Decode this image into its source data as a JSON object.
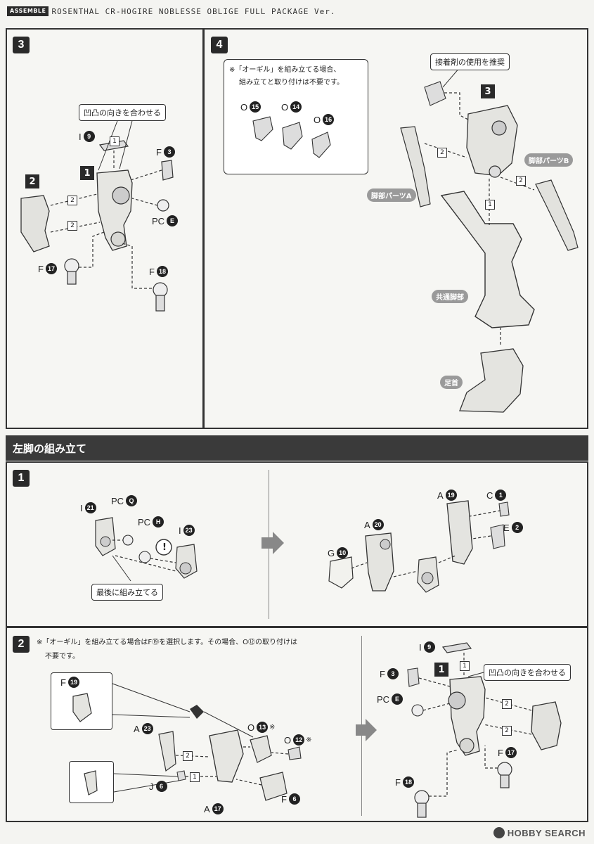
{
  "header": {
    "badge": "ASSEMBLE",
    "title": "ROSENTHAL CR-HOGIRE NOBLESSE OBLIGE FULL PACKAGE Ver."
  },
  "step3": {
    "num": "3",
    "callout": "凹凸の向きを合わせる",
    "labels": {
      "i9": "I",
      "i9n": "9",
      "f3": "F",
      "f3n": "3",
      "pce": "PC",
      "pcen": "E",
      "f17": "F",
      "f17n": "17",
      "f18": "F",
      "f18n": "18",
      "b1": "1",
      "b2": "2"
    },
    "seq": {
      "s1": "1",
      "s2a": "2",
      "s2b": "2"
    }
  },
  "step4": {
    "num": "4",
    "note_line1": "※「オーギル」を組み立てる場合、",
    "note_line2": "組み立てと取り付けは不要です。",
    "o15": "O",
    "o15n": "15",
    "o14": "O",
    "o14n": "14",
    "o16": "O",
    "o16n": "16",
    "callout": "接着剤の使用を推奨",
    "b3": "3",
    "tag_leg_a": "脚部パーツA",
    "tag_leg_b": "脚部パーツB",
    "tag_common": "共通脚部",
    "tag_ankle": "足首",
    "seq": {
      "s2a": "2",
      "s2b": "2",
      "s1": "1"
    }
  },
  "section": {
    "title": "左脚の組み立て"
  },
  "left1": {
    "num": "1",
    "i21": "I",
    "i21n": "21",
    "pcq": "PC",
    "pcqn": "Q",
    "pch": "PC",
    "pchn": "H",
    "i23": "I",
    "i23n": "23",
    "warn": "!",
    "callout": "最後に組み立てる",
    "a20": "A",
    "a20n": "20",
    "g10": "G",
    "g10n": "10",
    "a19": "A",
    "a19n": "19",
    "c1": "C",
    "c1n": "1",
    "e2": "E",
    "e2n": "2"
  },
  "left2": {
    "num": "2",
    "note_line1": "※「オーギル」を組み立てる場合はF⑲を選択します。その場合、O⑫の取り付けは",
    "note_line2": "不要です。",
    "f19": "F",
    "f19n": "19",
    "a23": "A",
    "a23n": "23",
    "o13": "O",
    "o13n": "13",
    "o13mark": "※",
    "o12": "O",
    "o12n": "12",
    "o12mark": "※",
    "j6": "J",
    "j6n": "6",
    "f6": "F",
    "f6n": "6",
    "a17": "A",
    "a17n": "17",
    "seq": {
      "s2": "2",
      "s1": "1"
    },
    "right": {
      "i9": "I",
      "i9n": "9",
      "f3": "F",
      "f3n": "3",
      "b1": "1",
      "callout": "凹凸の向きを合わせる",
      "pce": "PC",
      "pcen": "E",
      "f17": "F",
      "f17n": "17",
      "f18": "F",
      "f18n": "18",
      "seq": {
        "s1": "1",
        "s2a": "2",
        "s2b": "2"
      }
    }
  },
  "watermark": {
    "text": "HOBBY SEARCH"
  },
  "icons": {
    "arrow": "grey-right-arrow-icon",
    "warn": "exclamation-circle-icon"
  }
}
